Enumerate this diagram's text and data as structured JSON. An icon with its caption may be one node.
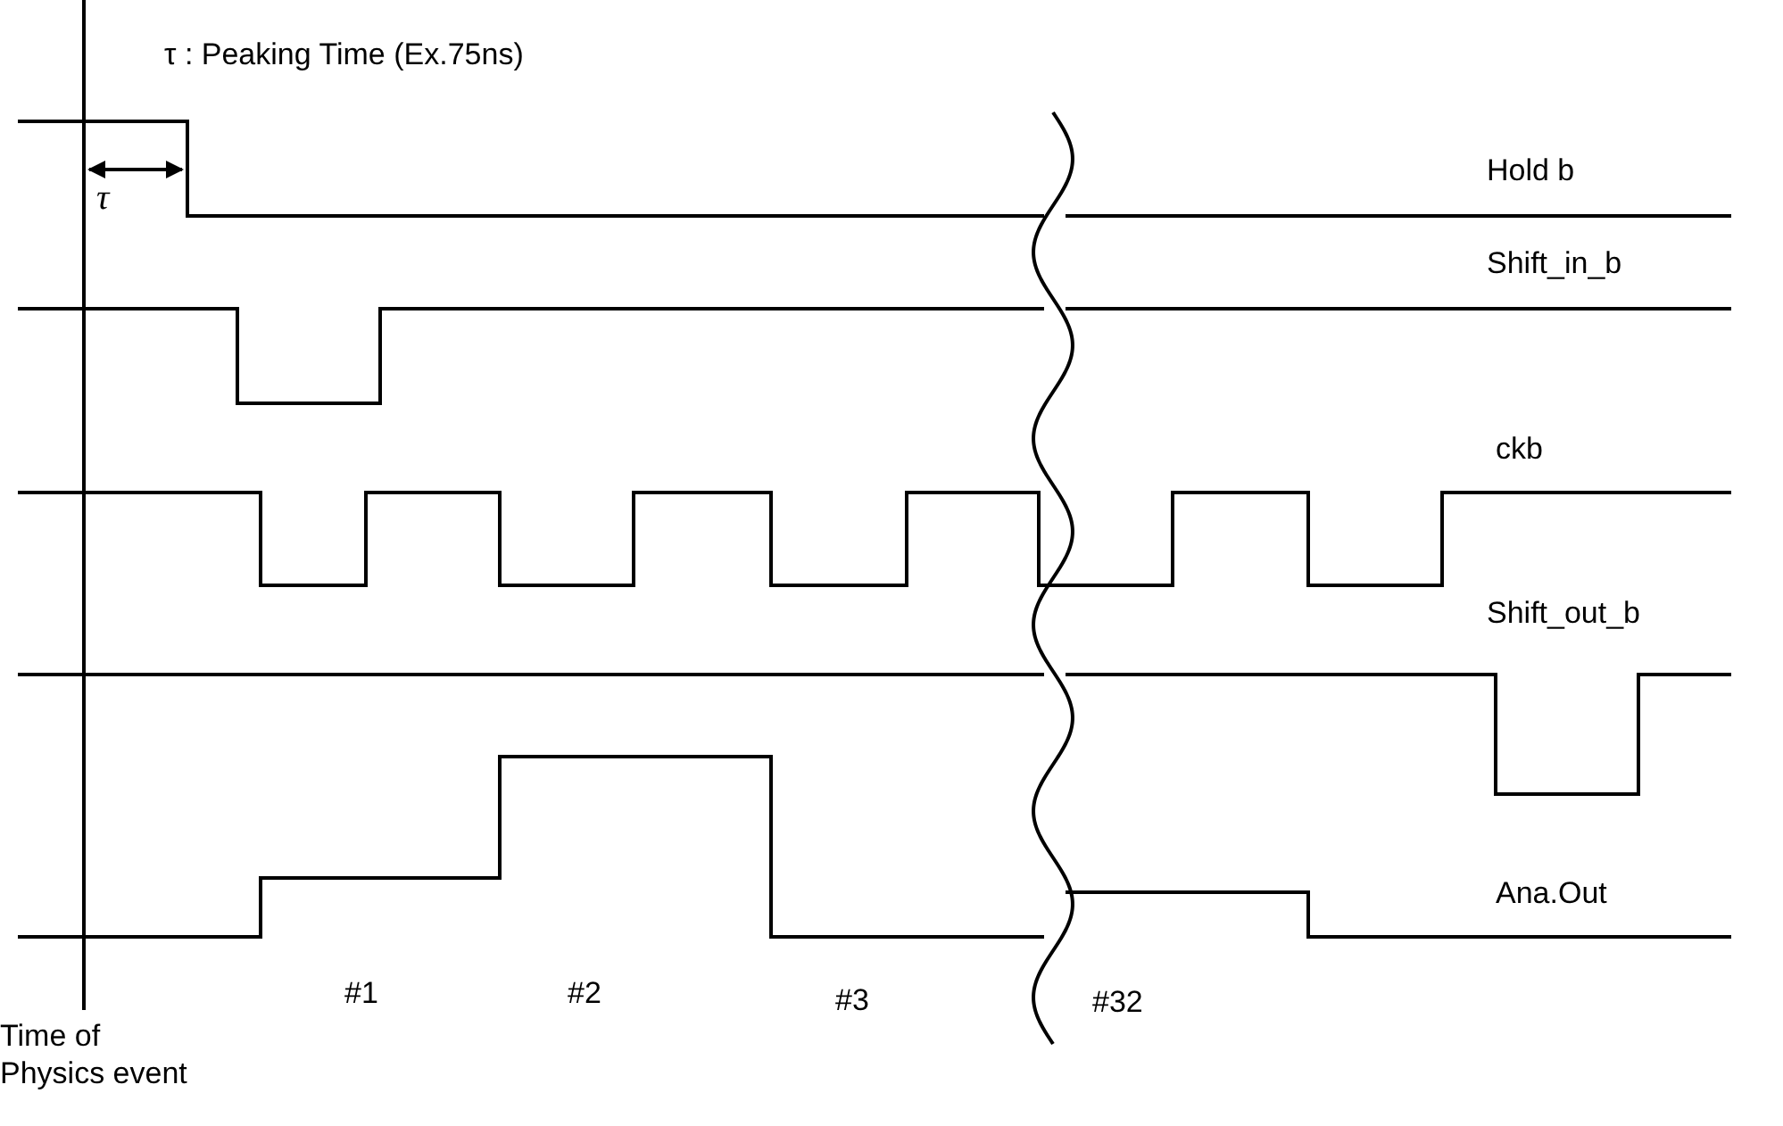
{
  "diagram": {
    "labels": [
      "τ : Peaking Time (Ex.75ns)",
      "Hold b",
      "τ",
      "Shift_in_b",
      "ckb",
      "Shift_out_b",
      "Ana.Out",
      "#1",
      "#2",
      "#3",
      "#32",
      "Time of Physics event"
    ]
  }
}
